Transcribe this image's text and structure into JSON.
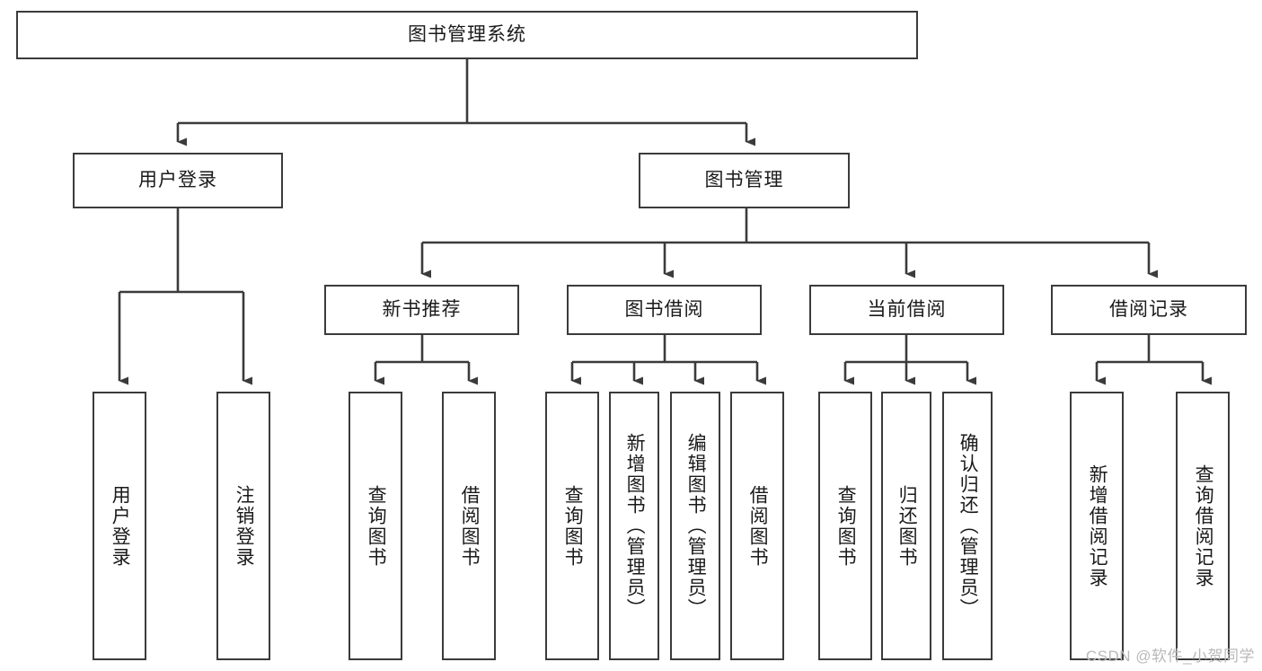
{
  "diagram": {
    "type": "hierarchy-tree",
    "title": "图书管理系统",
    "colors": {
      "background": "#ffffff",
      "box_border": "#3b3b3b",
      "connector": "#3b3b3b",
      "text": "#1a1a1a",
      "watermark": "#b9b9b9"
    },
    "root": {
      "label": "图书管理系统"
    },
    "level2": [
      {
        "label": "用户登录"
      },
      {
        "label": "图书管理"
      }
    ],
    "level3": [
      {
        "label": "新书推荐"
      },
      {
        "label": "图书借阅"
      },
      {
        "label": "当前借阅"
      },
      {
        "label": "借阅记录"
      }
    ],
    "leaves": {
      "user_login": [
        {
          "label": "用户登录"
        },
        {
          "label": "注销登录"
        }
      ],
      "new_book_recommend": [
        {
          "label": "查询图书"
        },
        {
          "label": "借阅图书"
        }
      ],
      "book_borrow": [
        {
          "label": "查询图书"
        },
        {
          "label": "新增图书（管理员）"
        },
        {
          "label": "编辑图书（管理员）"
        },
        {
          "label": "借阅图书"
        }
      ],
      "current_borrow": [
        {
          "label": "查询图书"
        },
        {
          "label": "归还图书"
        },
        {
          "label": "确认归还（管理员）"
        }
      ],
      "borrow_record": [
        {
          "label": "新增借阅记录"
        },
        {
          "label": "查询借阅记录"
        }
      ]
    },
    "watermark": "CSDN @软件_小贺同学"
  }
}
